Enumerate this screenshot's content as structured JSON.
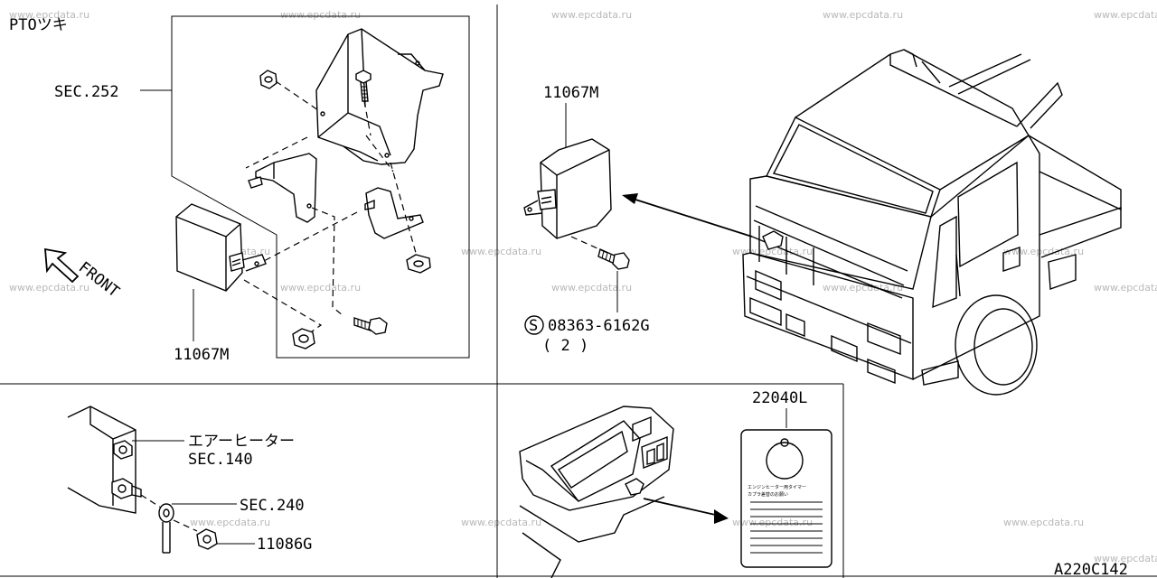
{
  "watermark": "www.epcdata.ru",
  "figure_code": "A220C142",
  "panel_pto": {
    "option_label": "PTOツキ",
    "sec_ref": "SEC.252",
    "front_label": "FRONT",
    "part_number": "11067M"
  },
  "panel_cab": {
    "part_number": "11067M",
    "screw_part": "08363-6162G",
    "screw_qty": "( 2 )",
    "screw_symbol": "S"
  },
  "panel_heater": {
    "air_heater_label": "エアーヒーター",
    "sec_140": "SEC.140",
    "sec_240": "SEC.240",
    "nut_part": "11086G"
  },
  "panel_label": {
    "part_number": "22040L",
    "caution_line1": "エンジンヒーター用タイマー",
    "caution_line2": "カプラ差替のお願い"
  }
}
